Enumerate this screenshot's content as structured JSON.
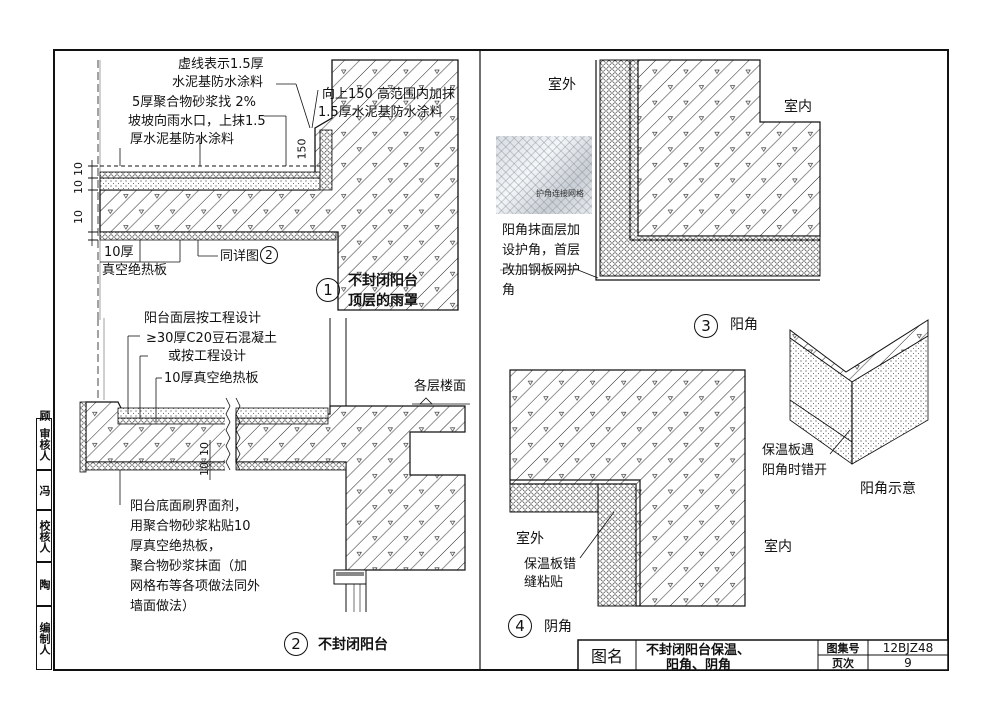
{
  "detail1": {
    "label_coating": [
      "虚线表示1.5厚",
      "水泥基防水涂料"
    ],
    "label_mortar": [
      "5厚聚合物砂浆找 2%",
      "坡坡向雨水口，上抹1.5",
      "厚水泥基防水涂料"
    ],
    "label_upturn": [
      "向上150 高范围内加抹",
      "1.5厚水泥基防水涂料"
    ],
    "dim_150": "150",
    "dim_10a": "10",
    "dim_10b": "10",
    "dim_10c": "10",
    "label_insul": [
      "10厚",
      "真空绝热板"
    ],
    "label_ref": "同详图",
    "ref_num": "2",
    "num": "1",
    "title": [
      "不封闭阳台",
      "顶层的雨罩"
    ]
  },
  "detail2": {
    "label_surface": "阳台面层按工程设计",
    "label_concrete": [
      "≥30厚C20豆石混凝土",
      "或按工程设计"
    ],
    "label_insul": "10厚真空绝热板",
    "label_floor": "各层楼面",
    "dim_10a": "10",
    "dim_10b": "10",
    "label_bottom": [
      "阳台底面刷界面剂，",
      "用聚合物砂浆粘贴10",
      "厚真空绝热板，",
      "聚合物砂浆抹面（加",
      "网格布等各项做法同外",
      "墙面做法）"
    ],
    "num": "2",
    "title": "不封闭阳台"
  },
  "detail3": {
    "outdoor": "室外",
    "indoor": "室内",
    "photo_caption": "护角连接网格",
    "label_corner": [
      "阳角抹面层加",
      "设护角，首层",
      "改加钢板网护",
      "角"
    ],
    "num": "3",
    "title": "阳角",
    "iso_label": [
      "保温板遇",
      "阳角时错开"
    ],
    "iso_title": "阳角示意"
  },
  "detail4": {
    "outdoor": "室外",
    "indoor": "室内",
    "label_joint": [
      "保温板错",
      "缝粘贴"
    ],
    "num": "4",
    "title": "阴角"
  },
  "titleblock": {
    "name_label": "图名",
    "drawing_title": [
      "不封闭阳台保温、",
      "阳角、阴角"
    ],
    "atlas_label": "图集号",
    "atlas_no": "12BJZ48",
    "page_label": "页次",
    "page_no": "9"
  },
  "signatures": [
    "编制人",
    "陶",
    "校核人",
    "冯",
    "审核人",
    "顾"
  ]
}
